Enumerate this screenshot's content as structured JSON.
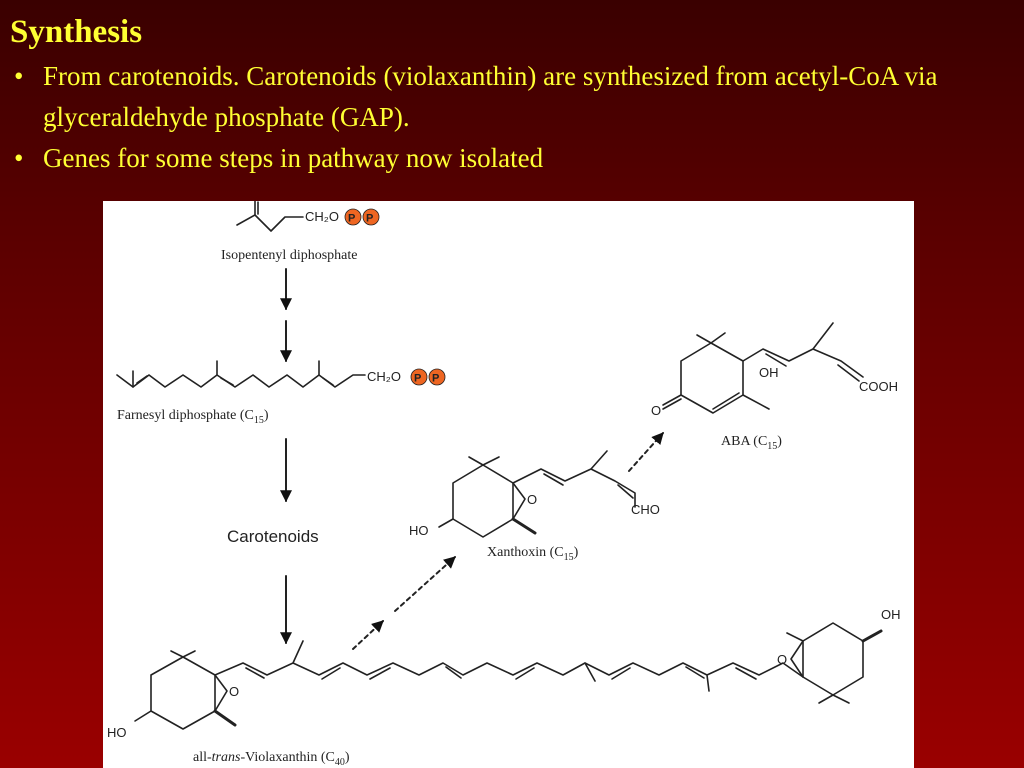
{
  "slide": {
    "title": "Synthesis",
    "bullets": [
      {
        "marker": "•",
        "text": "From carotenoids.  Carotenoids (violaxanthin) are synthesized from acetyl-CoA via glyceraldehyde phosphate (GAP)."
      },
      {
        "marker": "•",
        "text": "Genes for some steps in pathway now isolated"
      }
    ]
  },
  "figure": {
    "ipp": {
      "group": "CH₂O",
      "phosphates": [
        "P",
        "P"
      ],
      "label": "Isopentenyl diphosphate"
    },
    "fpp": {
      "group": "CH₂O",
      "phosphates": [
        "P",
        "P"
      ],
      "label_main": "Farnesyl diphosphate (C",
      "label_sub": "15",
      "label_end": ")"
    },
    "carotenoids": {
      "label": "Carotenoids"
    },
    "violaxanthin": {
      "label_prefix": "all-",
      "label_italic": "trans",
      "label_main": "-Violaxanthin (C",
      "label_sub": "40",
      "label_end": ")",
      "ho": "HO",
      "oh": "OH",
      "o_left": "O",
      "o_right": "O"
    },
    "xanthoxin": {
      "label_main": "Xanthoxin (C",
      "label_sub": "15",
      "label_end": ")",
      "ho": "HO",
      "o": "O",
      "cho": "CHO"
    },
    "aba": {
      "label_main": "ABA (C",
      "label_sub": "15",
      "label_end": ")",
      "o": "O",
      "oh": "OH",
      "cooh": "COOH"
    },
    "colors": {
      "phosphate": "#ee6622",
      "title_text": "#ffff33"
    }
  }
}
